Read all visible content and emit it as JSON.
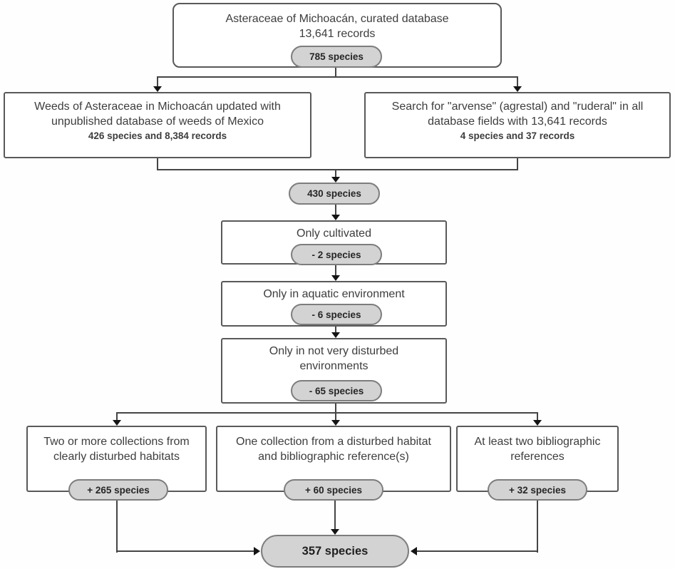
{
  "flowchart": {
    "top_box": {
      "title": "Asteraceae of Michoacán, curated database",
      "subtitle": "13,641 records",
      "badge": "785 species"
    },
    "weeds_box": {
      "title": "Weeds of Asteraceae in Michoacán updated with unpublished database of weeds of Mexico",
      "stats": "426 species and 8,384 records"
    },
    "search_box": {
      "title": "Search for \"arvense\" (agrestal) and \"ruderal\" in all database fields with 13,641 records",
      "stats": "4 species and 37 records"
    },
    "merged_badge": "430 species",
    "filter_boxes": [
      {
        "title": "Only cultivated",
        "badge": "- 2 species"
      },
      {
        "title": "Only in aquatic environment",
        "badge": "- 6 species"
      },
      {
        "title": "Only in not very disturbed environments",
        "badge": "- 65 species"
      }
    ],
    "inclusion_boxes": [
      {
        "title": "Two or more collections from clearly disturbed habitats",
        "badge": "+ 265 species"
      },
      {
        "title": "One collection from a disturbed habitat and bibliographic reference(s)",
        "badge": "+ 60 species"
      },
      {
        "title": "At least two bibliographic references",
        "badge": "+ 32 species"
      }
    ],
    "final_badge": "357 species",
    "colors": {
      "badge_fill": "#d3d3d3",
      "badge_border": "#7d7d7d",
      "box_border": "#595959",
      "text": "#3d3d3d",
      "arrow": "#141414"
    }
  }
}
